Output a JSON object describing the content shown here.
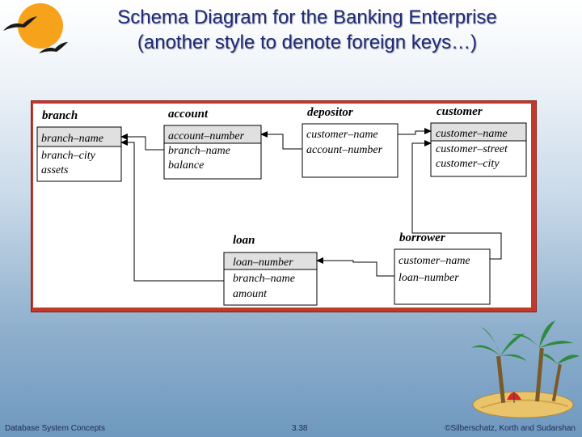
{
  "slide": {
    "title_line1": "Schema Diagram for the Banking Enterprise",
    "title_line2": "(another style to denote foreign keys…)"
  },
  "diagram": {
    "tables": {
      "branch": {
        "name": "branch",
        "key": "branch–name",
        "attrs": [
          "branch–city",
          "assets"
        ]
      },
      "account": {
        "name": "account",
        "key": "account–number",
        "attrs": [
          "branch–name",
          "balance"
        ]
      },
      "depositor": {
        "name": "depositor",
        "key": "",
        "attrs": [
          "customer–name",
          "account–number"
        ]
      },
      "customer": {
        "name": "customer",
        "key": "customer–name",
        "attrs": [
          "customer–street",
          "customer–city"
        ]
      },
      "loan": {
        "name": "loan",
        "key": "loan–number",
        "attrs": [
          "branch–name",
          "amount"
        ]
      },
      "borrower": {
        "name": "borrower",
        "key": "",
        "attrs": [
          "customer–name",
          "loan–number"
        ]
      }
    },
    "colors": {
      "key_fill": "#e0e0e0",
      "frame": "#c0392b",
      "title": "#1f2a78"
    }
  },
  "footer": {
    "left": "Database System Concepts",
    "center": "3.38",
    "right": "©Silberschatz, Korth and Sudarshan"
  }
}
